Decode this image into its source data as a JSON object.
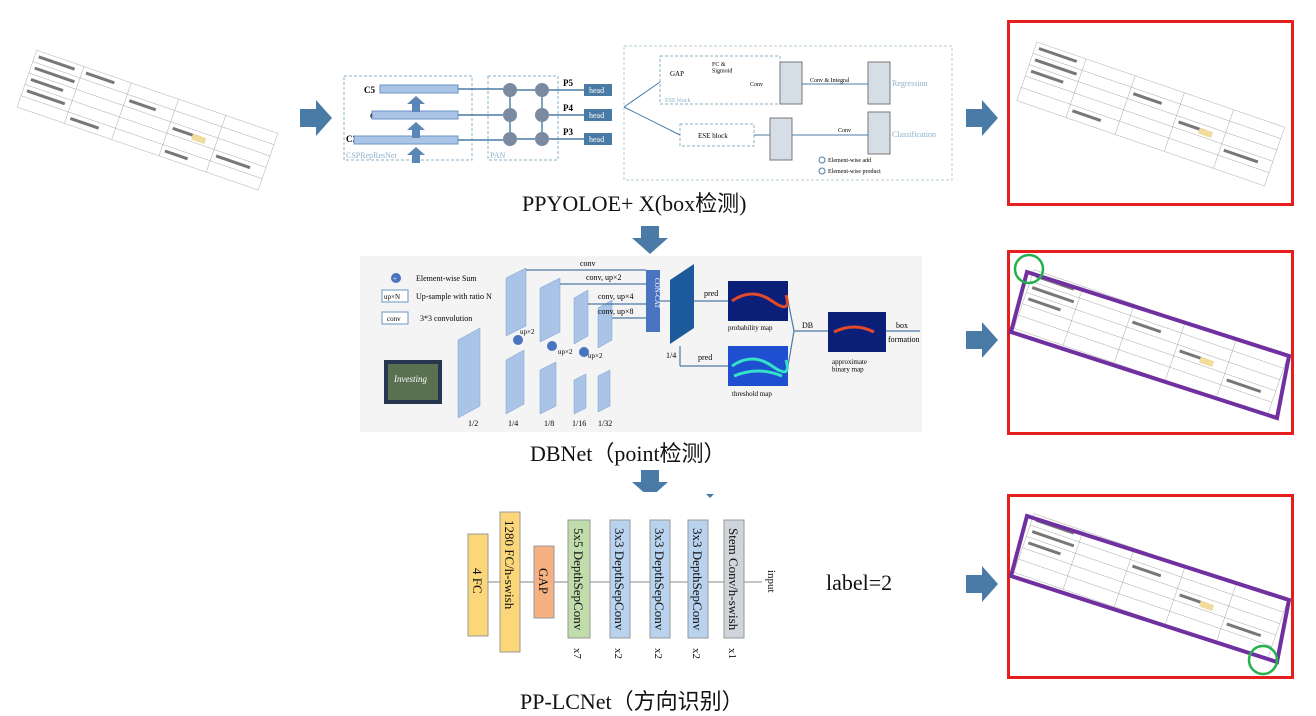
{
  "captions": {
    "ppyoloe": "PPYOLOE+ X(box检测)",
    "dbnet": "DBNet（point检测）",
    "pplcnet": "PP-LCNet（方向识别）",
    "label": "label=2"
  },
  "ppyoloe_diagram": {
    "backbone_labels": [
      "C5",
      "C4",
      "C3"
    ],
    "backbone_name": "CSPRepResNet",
    "neck_name": "PAN",
    "scales": [
      "P5",
      "P4",
      "P3"
    ],
    "head_label": "head",
    "gap": "GAP",
    "fc": "FC &\nSigmoid",
    "conv": "Conv",
    "conv_integral": "Conv & Integral",
    "regression": "Regression",
    "classification": "Classification",
    "ese_block": "ESE block",
    "legend_add": "Element-wise add",
    "legend_product": "Element-wise product"
  },
  "dbnet_diagram": {
    "legend_sum": "Element-wise Sum",
    "legend_up": "up×N",
    "legend_up_desc": "Up-sample with ratio N",
    "legend_conv": "conv",
    "legend_conv_desc": "3*3 convolution",
    "conv": "conv",
    "conv_up2": "conv, up×2",
    "conv_up4": "conv, up×4",
    "conv_up8": "conv, up×8",
    "concat": "CON-CAT",
    "up2": "up×2",
    "scales": [
      "1/2",
      "1/4",
      "1/8",
      "1/16",
      "1/32"
    ],
    "quarter": "1/4",
    "pred": "pred",
    "probability_map": "probability map",
    "threshold_map": "threshold map",
    "db": "DB",
    "approximate": "approximate\nbinary map",
    "box": "box",
    "formation": "formation"
  },
  "lcnet_diagram": {
    "blocks": [
      {
        "label": "4 FC",
        "count": ""
      },
      {
        "label": "1280 FC/h-swish",
        "count": ""
      },
      {
        "label": "GAP",
        "count": ""
      },
      {
        "label": "5x5 DepthSepConv",
        "count": "x7"
      },
      {
        "label": "3x3 DepthSepConv",
        "count": "x2"
      },
      {
        "label": "3x3 DepthSepConv",
        "count": "x2"
      },
      {
        "label": "3x3 DepthSepConv",
        "count": "x2"
      },
      {
        "label": "Stem Conv/h-swish",
        "count": "x1"
      }
    ],
    "input": "input"
  },
  "colors": {
    "arrow": "#4a7ba6",
    "red_frame": "#e61e1e",
    "purple_box": "#7030a0",
    "green_circle": "#22b14c"
  }
}
